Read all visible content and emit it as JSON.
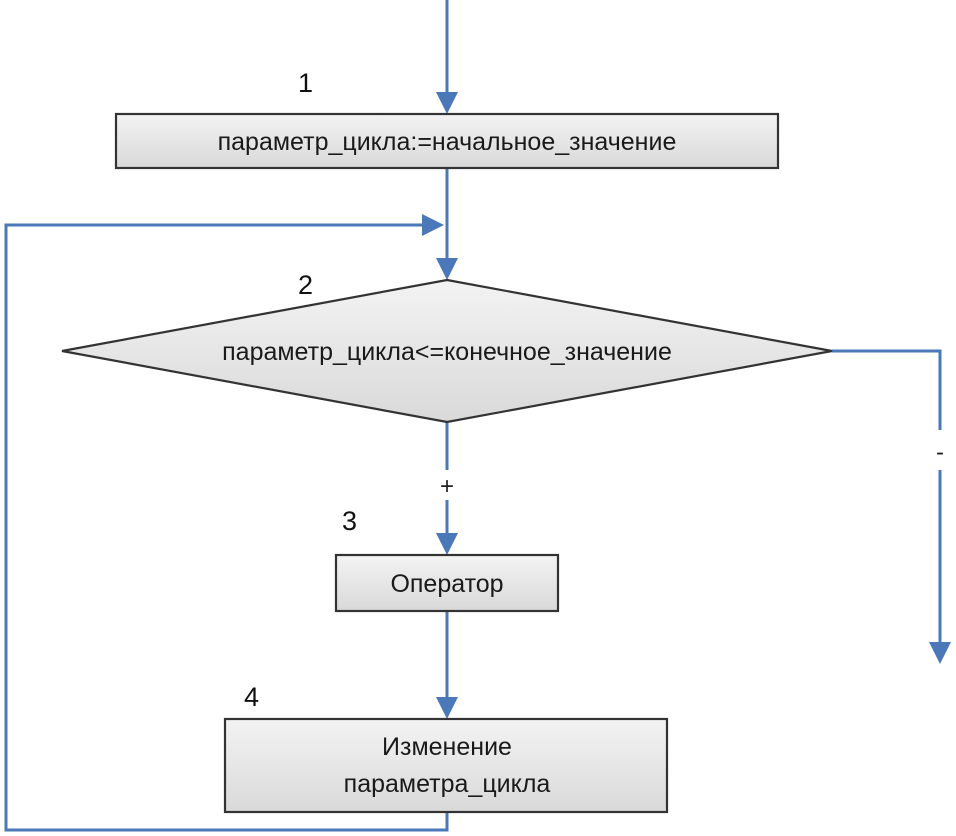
{
  "flowchart": {
    "step1": {
      "number": "1",
      "text": "параметр_цикла:=начальное_значение"
    },
    "step2": {
      "number": "2",
      "text": "параметр_цикла<=конечное_значение"
    },
    "step3": {
      "number": "3",
      "text": "Оператор"
    },
    "step4": {
      "number": "4",
      "line1": "Изменение",
      "line2": "параметра_цикла"
    },
    "branch_yes": "+",
    "branch_no": "-"
  }
}
